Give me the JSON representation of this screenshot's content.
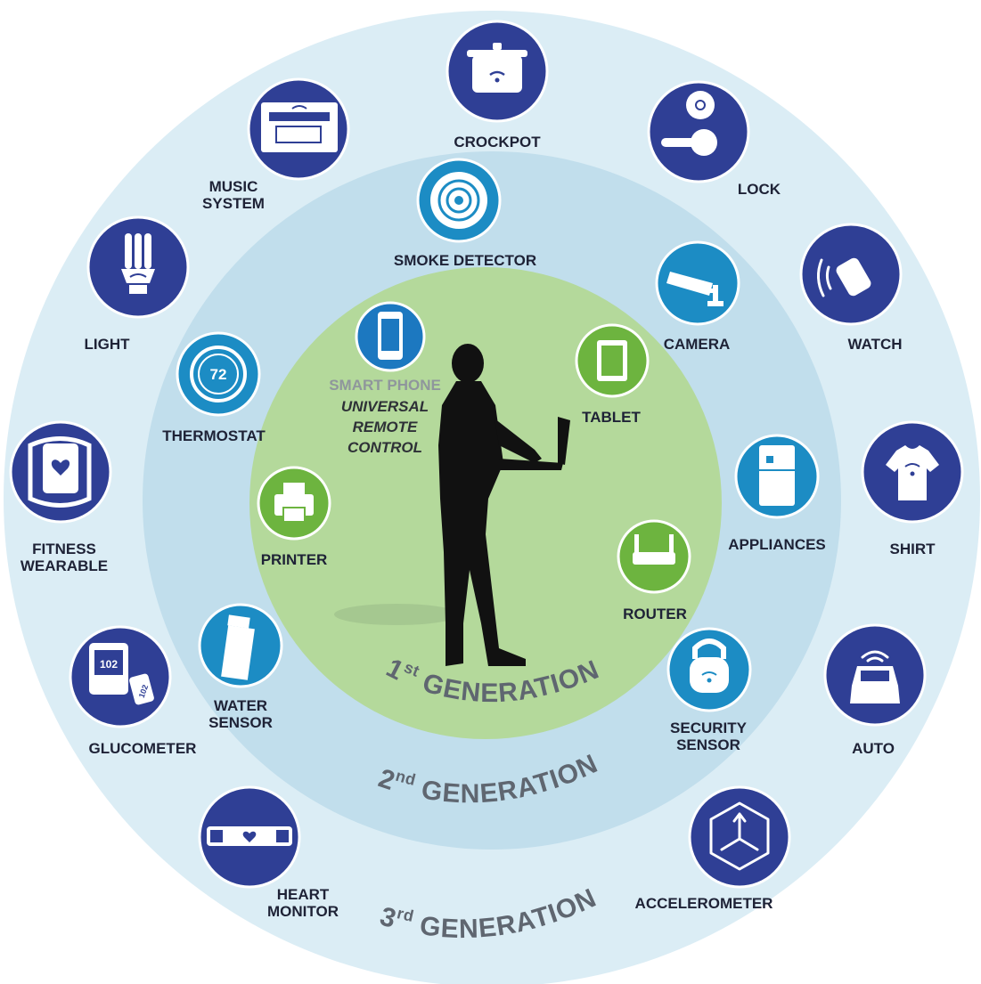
{
  "generations": {
    "first": {
      "prefix": "1",
      "sup": "st",
      "word": "GENERATION"
    },
    "second": {
      "prefix": "2",
      "sup": "nd",
      "word": "GENERATION"
    },
    "third": {
      "prefix": "3",
      "sup": "rd",
      "word": "GENERATION"
    }
  },
  "center": {
    "smart_phone": "SMART PHONE",
    "urc_line1": "UNIVERSAL",
    "urc_line2": "REMOTE",
    "urc_line3": "CONTROL"
  },
  "gen1_devices": {
    "tablet": "TABLET",
    "printer": "PRINTER",
    "router": "ROUTER"
  },
  "gen2_devices": {
    "smoke_detector": "SMOKE DETECTOR",
    "camera": "CAMERA",
    "thermostat": "THERMOSTAT",
    "thermostat_reading": "72",
    "appliances": "APPLIANCES",
    "water_sensor_1": "WATER",
    "water_sensor_2": "SENSOR",
    "security_sensor_1": "SECURITY",
    "security_sensor_2": "SENSOR"
  },
  "gen3_devices": {
    "crockpot": "CROCKPOT",
    "lock": "LOCK",
    "music_system_1": "MUSIC",
    "music_system_2": "SYSTEM",
    "watch": "WATCH",
    "light": "LIGHT",
    "shirt": "SHIRT",
    "fitness_wearable_1": "FITNESS",
    "fitness_wearable_2": "WEARABLE",
    "auto": "AUTO",
    "glucometer": "GLUCOMETER",
    "glucometer_reading": "102",
    "accelerometer": "ACCELEROMETER",
    "heart_monitor_1": "HEART",
    "heart_monitor_2": "MONITOR"
  },
  "colors": {
    "outer_ring": "#dbedf5",
    "middle_ring": "#c1deec",
    "inner_circle": "#b4d99b",
    "gen3_icon": "#2f3f95",
    "gen2_icon": "#1c8cc4",
    "gen1_icon": "#6db43f",
    "phone_icon": "#1c78c0",
    "label_text": "#1e2236",
    "generation_text": "#5f6670"
  },
  "icons": {
    "crockpot": "crockpot-icon",
    "lock": "door-lock-icon",
    "music_system": "stereo-icon",
    "watch": "smartwatch-icon",
    "light": "bulb-icon",
    "shirt": "tshirt-icon",
    "fitness_wearable": "fitness-band-icon",
    "auto": "car-icon",
    "glucometer": "glucometer-icon",
    "accelerometer": "accelerometer-icon",
    "heart_monitor": "heart-monitor-icon",
    "smoke_detector": "smoke-detector-icon",
    "camera": "security-camera-icon",
    "thermostat": "thermostat-icon",
    "appliances": "refrigerator-icon",
    "water_sensor": "water-sensor-icon",
    "security_sensor": "padlock-icon",
    "tablet": "tablet-icon",
    "printer": "printer-icon",
    "router": "router-icon",
    "smart_phone": "smartphone-icon",
    "person": "person-laptop-silhouette"
  }
}
